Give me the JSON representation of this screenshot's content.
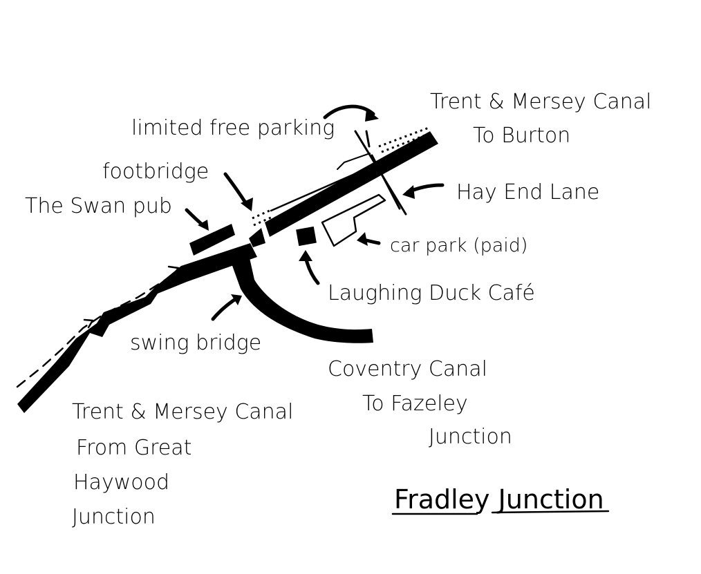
{
  "title": "Fradley Junction",
  "colors": {
    "ink": "#000000",
    "paper": "#ffffff"
  },
  "labels": {
    "trent_mersey_north": "Trent & Mersey Canal",
    "to_burton": "To Burton",
    "limited_free_parking": "limited free parking",
    "footbridge": "footbridge",
    "swan_pub": "The Swan pub",
    "hay_end_lane": "Hay End Lane",
    "car_park": "car park (paid)",
    "laughing_duck": "Laughing Duck Café",
    "swing_bridge": "swing bridge",
    "coventry_canal": "Coventry Canal",
    "to_fazeley_1": "To Fazeley",
    "to_fazeley_2": "Junction",
    "trent_mersey_south": "Trent & Mersey Canal",
    "from_great_1": "From Great",
    "from_great_2": "Haywood",
    "from_great_3": "Junction"
  }
}
